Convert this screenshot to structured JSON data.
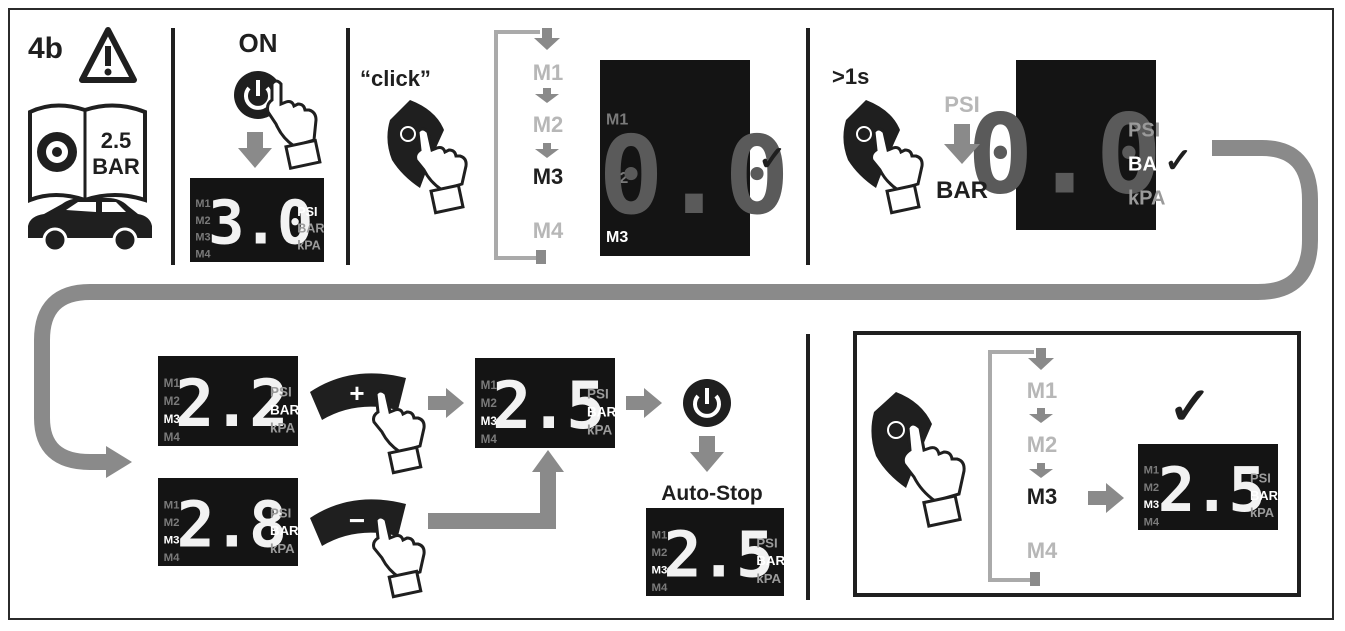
{
  "step_label": "4b",
  "warning": {
    "pressure_value": "2.5",
    "pressure_unit": "BAR"
  },
  "power_on": {
    "label": "ON",
    "display": {
      "reading": "3.0",
      "modes": [
        "M1",
        "M2",
        "M3",
        "M4"
      ],
      "units": [
        "PSI",
        "BAR",
        "kPA"
      ]
    }
  },
  "mode_select": {
    "action": "“click”",
    "modes": [
      "M1",
      "M2",
      "M3",
      "M4"
    ],
    "display_modes": [
      "M1",
      "M2",
      "M3"
    ],
    "display_reading": "0.0"
  },
  "unit_select": {
    "action": ">1s",
    "from_unit": "PSI",
    "to_unit": "BAR",
    "display_units": [
      "PSI",
      "BAR",
      "kPA"
    ],
    "display_reading": "0.0"
  },
  "adjust": {
    "plus_symbol": "+",
    "minus_symbol": "−",
    "display_up": {
      "reading": "2.2",
      "modes": [
        "M1",
        "M2",
        "M3",
        "M4"
      ],
      "units": [
        "PSI",
        "BAR",
        "kPA"
      ]
    },
    "display_down": {
      "reading": "2.8",
      "modes": [
        "M1",
        "M2",
        "M3",
        "M4"
      ],
      "units": [
        "PSI",
        "BAR",
        "kPA"
      ]
    },
    "display_set": {
      "reading": "2.5",
      "modes": [
        "M1",
        "M2",
        "M3",
        "M4"
      ],
      "units": [
        "PSI",
        "BAR",
        "kPA"
      ]
    }
  },
  "auto_stop": {
    "label": "Auto-Stop",
    "display": {
      "reading": "2.5",
      "modes": [
        "M1",
        "M2",
        "M3",
        "M4"
      ],
      "units": [
        "PSI",
        "BAR",
        "kPA"
      ]
    }
  },
  "memory": {
    "modes": [
      "M1",
      "M2",
      "M3",
      "M4"
    ],
    "display": {
      "reading": "2.5",
      "modes": [
        "M1",
        "M2",
        "M3",
        "M4"
      ],
      "units": [
        "PSI",
        "BAR",
        "kPA"
      ]
    }
  },
  "check_mark": "✓",
  "colors": {
    "ink": "#1f1f1f",
    "muted": "#b7b7b7",
    "arrow": "#8a8a8a",
    "lcd": "#141414",
    "lcd_text": "#f2f2f2"
  }
}
